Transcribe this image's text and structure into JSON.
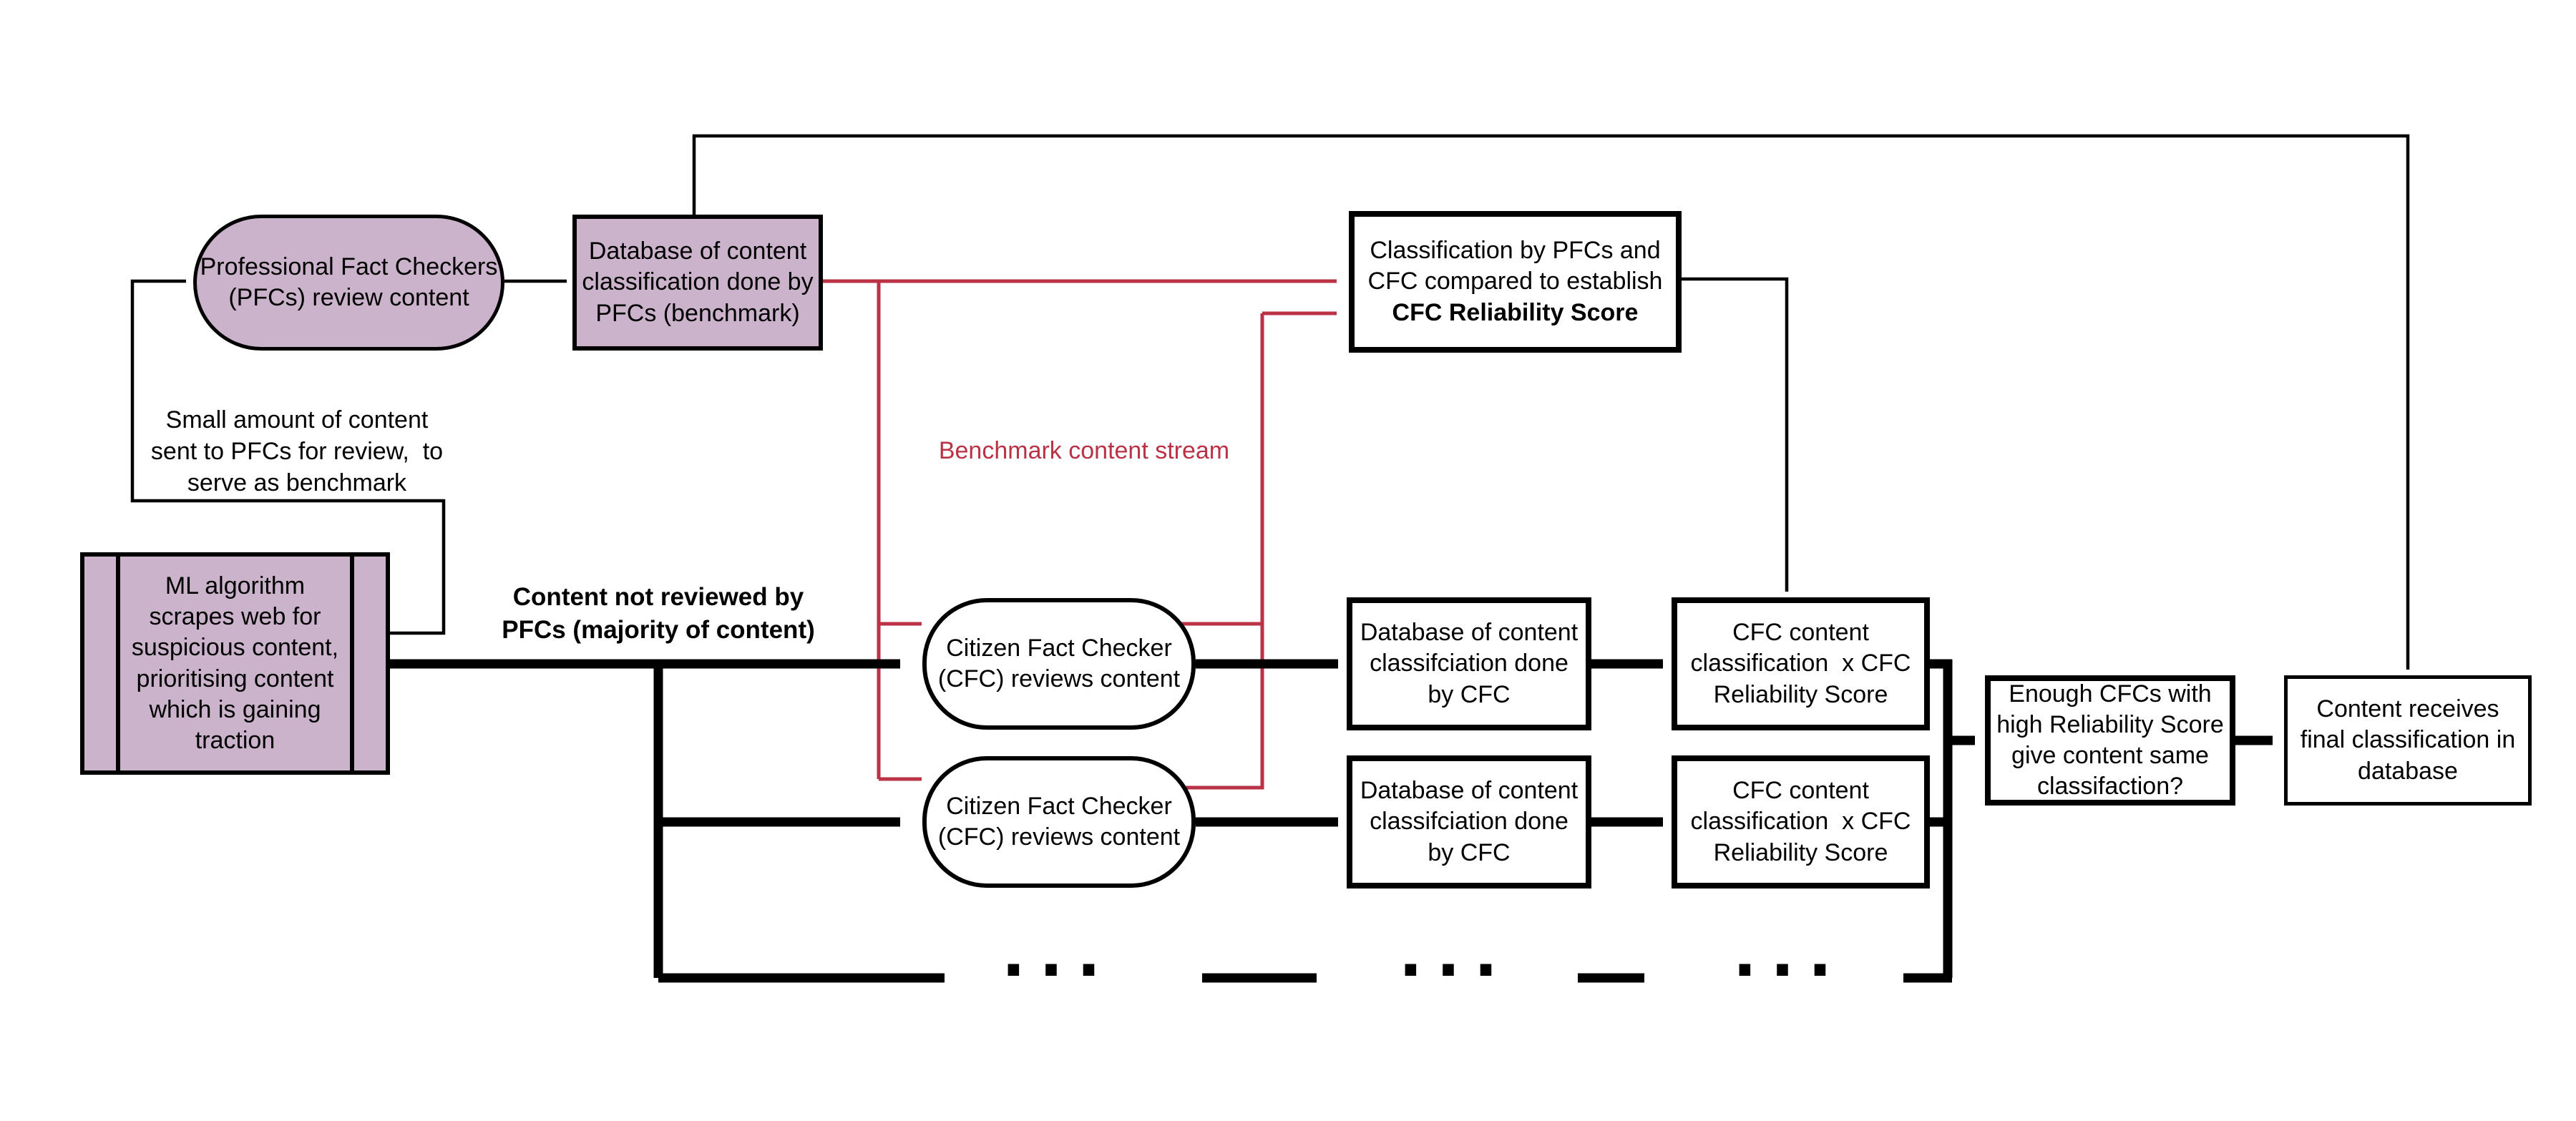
{
  "colors": {
    "node_fill": "#cbb3cb",
    "node_border": "#000000",
    "line_black": "#000000",
    "line_red": "#b93246",
    "text": "#000000",
    "background": "#ffffff"
  },
  "nodes": {
    "pfc_review": "Professional Fact Checkers\n(PFCs) review content",
    "pfc_database": "Database of content\nclassification done by\nPFCs (benchmark)",
    "classification_compare_lines": "Classification by PFCs and\nCFC compared to establish",
    "classification_compare_bold": "CFC Reliability Score",
    "ml_algorithm": "ML algorithm\nscrapes web for\nsuspicious content,\nprioritising content\nwhich is gaining\ntraction",
    "cfc_review_1": "Citizen Fact Checker\n(CFC) reviews content",
    "cfc_review_2": "Citizen Fact Checker\n(CFC) reviews content",
    "cfc_database_1": "Database of content\nclassifciation done\nby CFC",
    "cfc_database_2": "Database of content\nclassifciation done\nby CFC",
    "cfc_score_1": "CFC content\nclassification  x CFC\nReliability Score",
    "cfc_score_2": "CFC content\nclassification  x CFC\nReliability Score",
    "enough_cfcs": "Enough CFCs with\nhigh Reliability Score\ngive content same\nclassifaction?",
    "final_classification": "Content receives\nfinal classification in\ndatabase"
  },
  "labels": {
    "small_amount": "Small amount of content\nsent to PFCs for review,  to\nserve as benchmark",
    "not_reviewed": "Content not reviewed by\nPFCs (majority of content)",
    "benchmark_stream": "Benchmark content stream",
    "ellipsis_1": "...",
    "ellipsis_2": "...",
    "ellipsis_3": "..."
  }
}
